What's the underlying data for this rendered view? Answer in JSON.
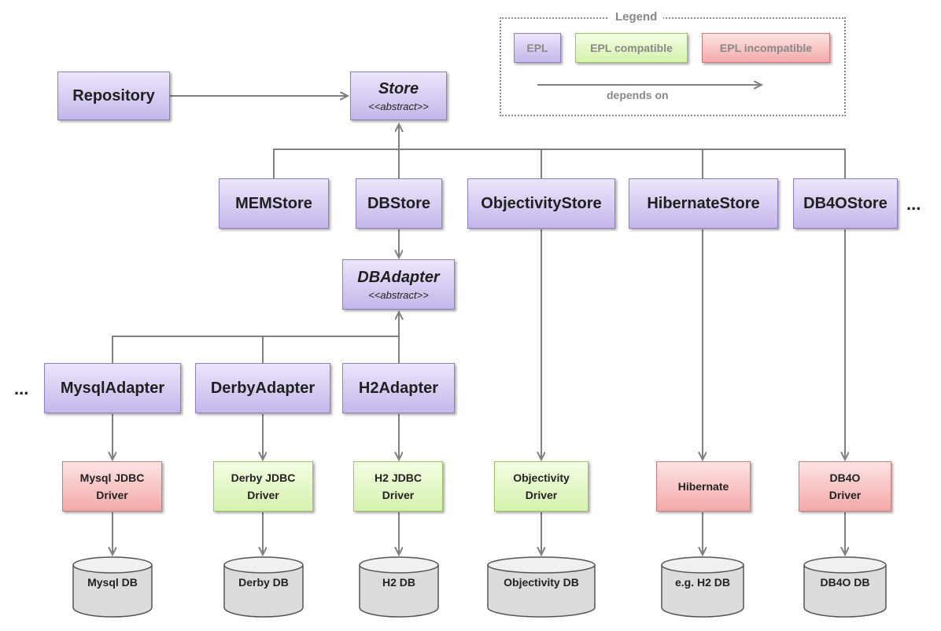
{
  "legend": {
    "title": "Legend",
    "epl": "EPL",
    "epl_compatible": "EPL compatible",
    "epl_incompatible": "EPL incompatible",
    "depends_on": "depends on"
  },
  "colors": {
    "epl": "#c5b6ea",
    "epl_compatible": "#d6f2ad",
    "epl_incompatible": "#f3a9a9",
    "arrow": "#808080"
  },
  "components": {
    "repository": "Repository",
    "store": {
      "name": "Store",
      "stereotype": "<<abstract>>"
    },
    "memstore": "MEMStore",
    "dbstore": "DBStore",
    "objectivitystore": "ObjectivityStore",
    "hibernatestore": "HibernateStore",
    "db4ostore": "DB4OStore",
    "dbadapter": {
      "name": "DBAdapter",
      "stereotype": "<<abstract>>"
    },
    "mysqladapter": "MysqlAdapter",
    "derbyadapter": "DerbyAdapter",
    "h2adapter": "H2Adapter"
  },
  "ellipsis": {
    "stores": "...",
    "adapters": "..."
  },
  "drivers": {
    "mysql": [
      "Mysql JDBC",
      "Driver"
    ],
    "derby": [
      "Derby JDBC",
      "Driver"
    ],
    "h2": [
      "H2 JDBC",
      "Driver"
    ],
    "objectivity": [
      "Objectivity",
      "Driver"
    ],
    "hibernate": [
      "Hibernate"
    ],
    "db4o": [
      "DB4O",
      "Driver"
    ]
  },
  "databases": {
    "mysql": "Mysql DB",
    "derby": "Derby DB",
    "h2": "H2 DB",
    "objectivity": "Objectivity DB",
    "hibernate": "e.g. H2  DB",
    "db4o": "DB4O DB"
  }
}
